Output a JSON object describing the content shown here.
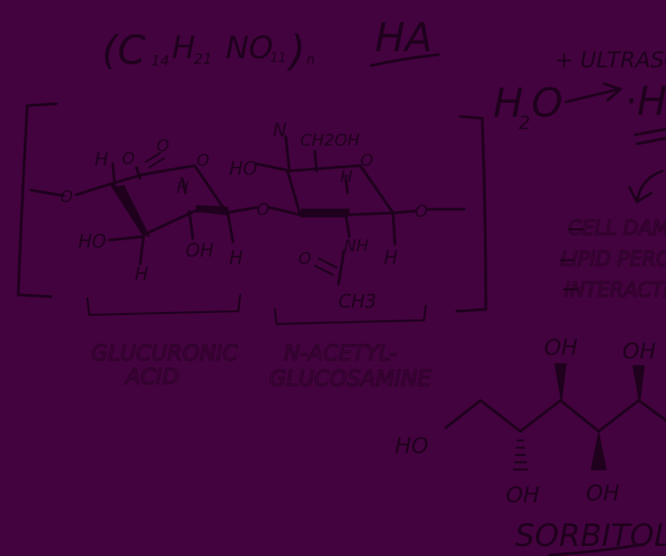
{
  "formula": {
    "left": "(C",
    "c_sub": "14",
    "h": "H",
    "h_sub": "21",
    "no": "NO",
    "no_sub": "11",
    "right": ")",
    "n_sub": "n"
  },
  "abbreviation": "HA",
  "ultrasound_label": "+ ULTRASOUND",
  "water": {
    "h": "H",
    "sub": "2",
    "o": "O"
  },
  "radical": "·H",
  "atoms": {
    "glu_h_top": "H",
    "glu_o_dbl": "O",
    "glu_o_ketone": "O",
    "glu_ring_o": "O",
    "glu_h_in": "H",
    "glu_ho": "HO",
    "glu_h_bottom": "H",
    "glu_oh": "OH",
    "glu_h_right": "H",
    "link_o_left": "O",
    "link_o_mid": "O",
    "link_o_right": "O",
    "nag_n": "N",
    "nag_ch2oh": "CH2OH",
    "nag_ho": "HO",
    "nag_ring_o": "O",
    "nag_h_in": "H",
    "nag_nh": "NH",
    "nag_h_right": "H",
    "nag_o": "O",
    "nag_ch3": "CH3"
  },
  "glucuronic_label": [
    "GLUCURONIC",
    "ACID"
  ],
  "nag_label": [
    "N-ACETYL-",
    "GLUCOSAMINE"
  ],
  "effects": [
    "CELL DAMAGE",
    "LIPID PEROXIDATION",
    "INTERACTION"
  ],
  "sorbitol": {
    "name": "SORBITOL",
    "ho": "HO",
    "oh_top_1": "OH",
    "oh_top_2": "OH",
    "oh_bottom_1": "OH",
    "oh_bottom_2": "OH"
  },
  "colors": {
    "background": "#43033f",
    "ink": "#1f011d",
    "faint": "#2e0229"
  }
}
